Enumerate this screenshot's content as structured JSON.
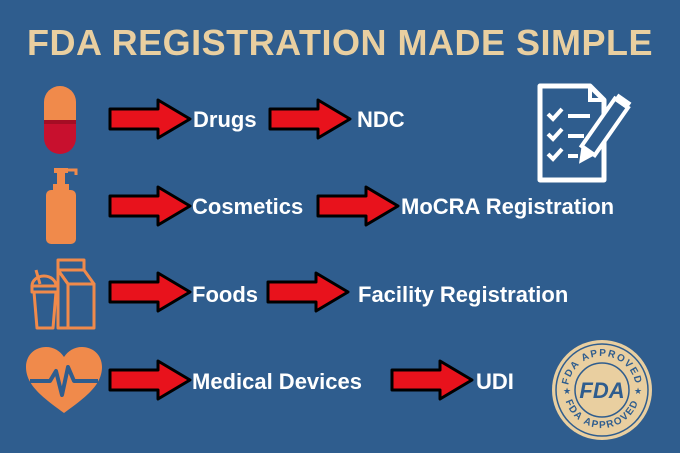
{
  "title": "FDA REGISTRATION MADE SIMPLE",
  "rows": [
    {
      "category": "Drugs",
      "result": "NDC",
      "icon": "pill-capsule-icon"
    },
    {
      "category": "Cosmetics",
      "result": "MoCRA Registration",
      "icon": "pump-bottle-icon"
    },
    {
      "category": "Foods",
      "result": "Facility Registration",
      "icon": "food-cup-carton-icon"
    },
    {
      "category": "Medical Devices",
      "result": "UDI",
      "icon": "heart-pulse-icon"
    }
  ],
  "seal": {
    "center": "FDA",
    "ring_top": "FDA APPROVED",
    "ring_bottom": "FDA APPROVED"
  },
  "colors": {
    "background": "#2f5d8e",
    "title": "#e9cfa0",
    "arrow": "#e8121c",
    "icon_orange": "#f08a4b",
    "pill_red": "#c8102e",
    "seal": "#e9cfa0"
  }
}
